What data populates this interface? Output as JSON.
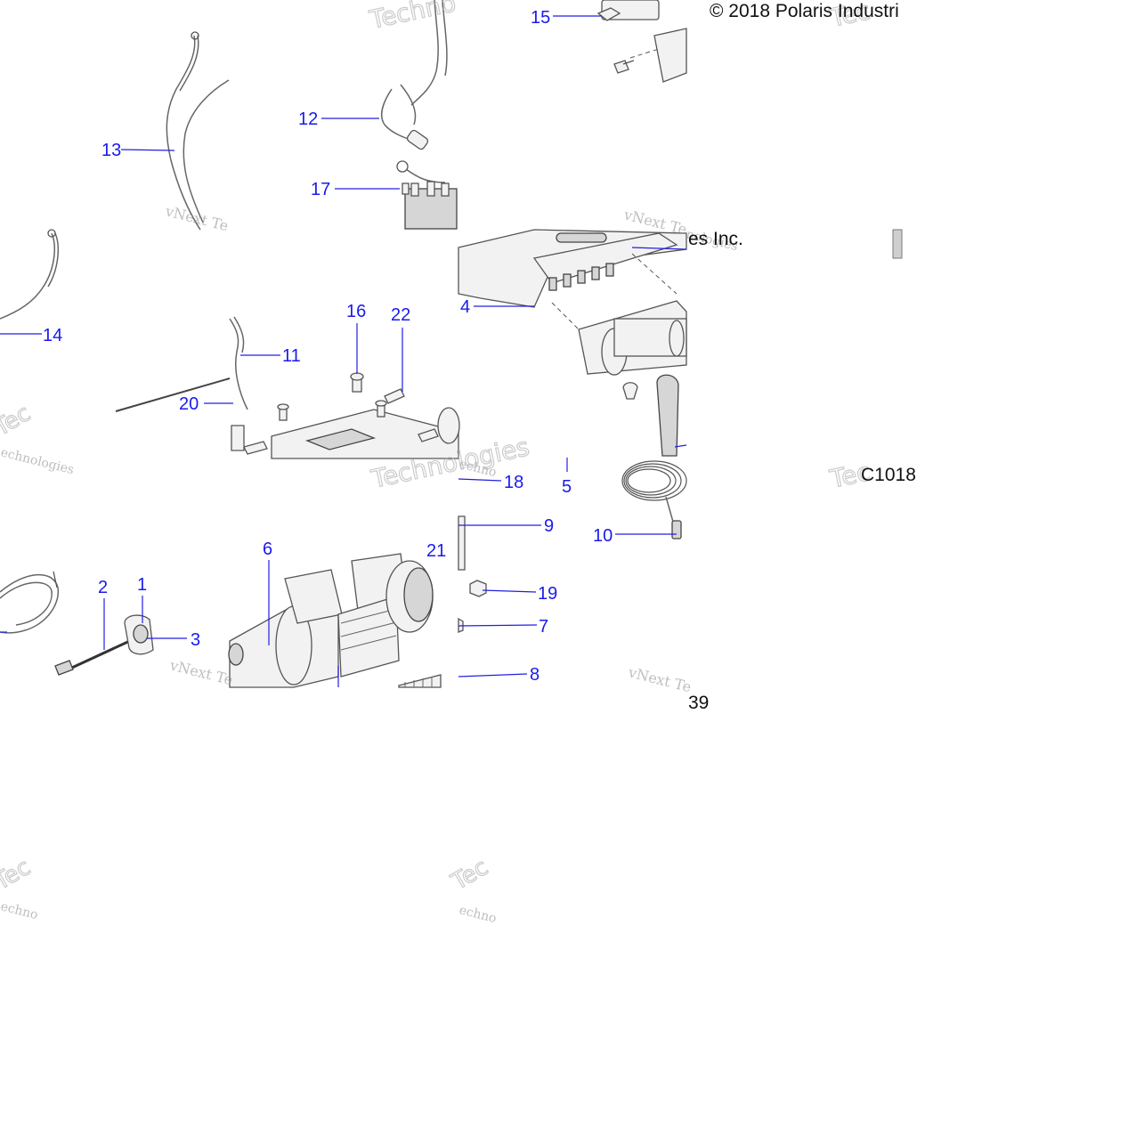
{
  "copyright": "© 2018 Polaris Industri",
  "fragment_company": "es Inc.",
  "drawing_id": "C1018",
  "drawing_id_fragment": "39",
  "watermark_text": "vNext Technologies",
  "watermark_fragments": [
    "vNext Te",
    "vNext Tec",
    "Technologies",
    "echnologies",
    "echno",
    "Techno",
    "Techn",
    "nologies",
    "Tec"
  ],
  "callouts": [
    "1",
    "2",
    "3",
    "4",
    "5",
    "6",
    "7",
    "8",
    "9",
    "10",
    "11",
    "12",
    "13",
    "14",
    "15",
    "16",
    "17",
    "18",
    "19",
    "20",
    "21",
    "22"
  ],
  "colors": {
    "callout": "#1a1aee",
    "leader": "#2020e0",
    "line_art": "#555555",
    "watermark": "#8a8a8a"
  }
}
